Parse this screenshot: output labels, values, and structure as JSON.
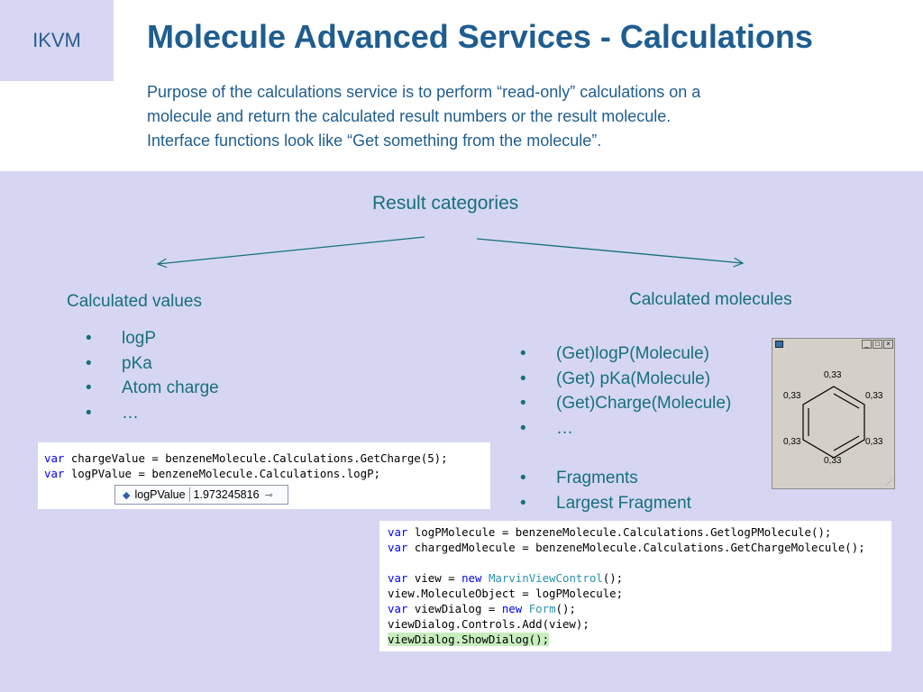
{
  "slide": {
    "logo": "IKVM",
    "title": "Molecule Advanced Services - Calculations",
    "intro_lines": [
      "Purpose of the calculations service is to perform “read-only” calculations on a",
      "molecule and return the calculated result numbers or the result molecule.",
      "Interface functions look like “Get something from the molecule”."
    ],
    "result_categories": "Result categories",
    "calculated_values": {
      "heading": "Calculated values",
      "bullet": "•",
      "items": [
        "logP",
        "pKa",
        "Atom charge",
        "…"
      ]
    },
    "calculated_molecules": {
      "heading": "Calculated molecules",
      "bullet": "•",
      "items": [
        "(Get)logP(Molecule)",
        "(Get) pKa(Molecule)",
        "(Get)Charge(Molecule)",
        "…"
      ],
      "items2": [
        "Fragments",
        "Largest Fragment"
      ]
    },
    "code1": {
      "line1": {
        "kw": "var",
        "rest": " chargeValue = benzeneMolecule.Calculations.GetCharge(5);"
      },
      "line2": {
        "kw": "var",
        "rest": " logPValue = benzeneMolecule.Calculations.logP;"
      }
    },
    "tooltip": {
      "name": "logPValue",
      "value": "1.973245816"
    },
    "code2": {
      "l1": {
        "kw": "var",
        "rest": " logPMolecule = benzeneMolecule.Calculations.GetlogPMolecule();"
      },
      "l2": {
        "kw": "var",
        "rest": " chargedMolecule = benzeneMolecule.Calculations.GetChargeMolecule();"
      },
      "l3": {
        "kw": "var",
        "a": " view = ",
        "kw2": "new",
        "sp": " ",
        "type": "MarvinViewControl",
        "end": "();"
      },
      "l4": "view.MoleculeObject = logPMolecule;",
      "l5": {
        "kw": "var",
        "a": " viewDialog = ",
        "kw2": "new",
        "sp": " ",
        "type": "Form",
        "end": "();"
      },
      "l6": "viewDialog.Controls.Add(view);",
      "l7": "viewDialog.ShowDialog();"
    },
    "molecule_window": {
      "buttons": [
        "_",
        "□",
        "×"
      ],
      "atom_labels": [
        "0,33",
        "0,33",
        "0,33",
        "0,33",
        "0,33",
        "0,33"
      ]
    }
  },
  "colors": {
    "title": "#1f5d8f",
    "teal_text": "#16707a",
    "panel_bg": "#d6d6f3",
    "logo_bg": "#d7d7f2",
    "keyword": "#0000ff",
    "type": "#2b91af",
    "highlight": "#c8eec0"
  }
}
